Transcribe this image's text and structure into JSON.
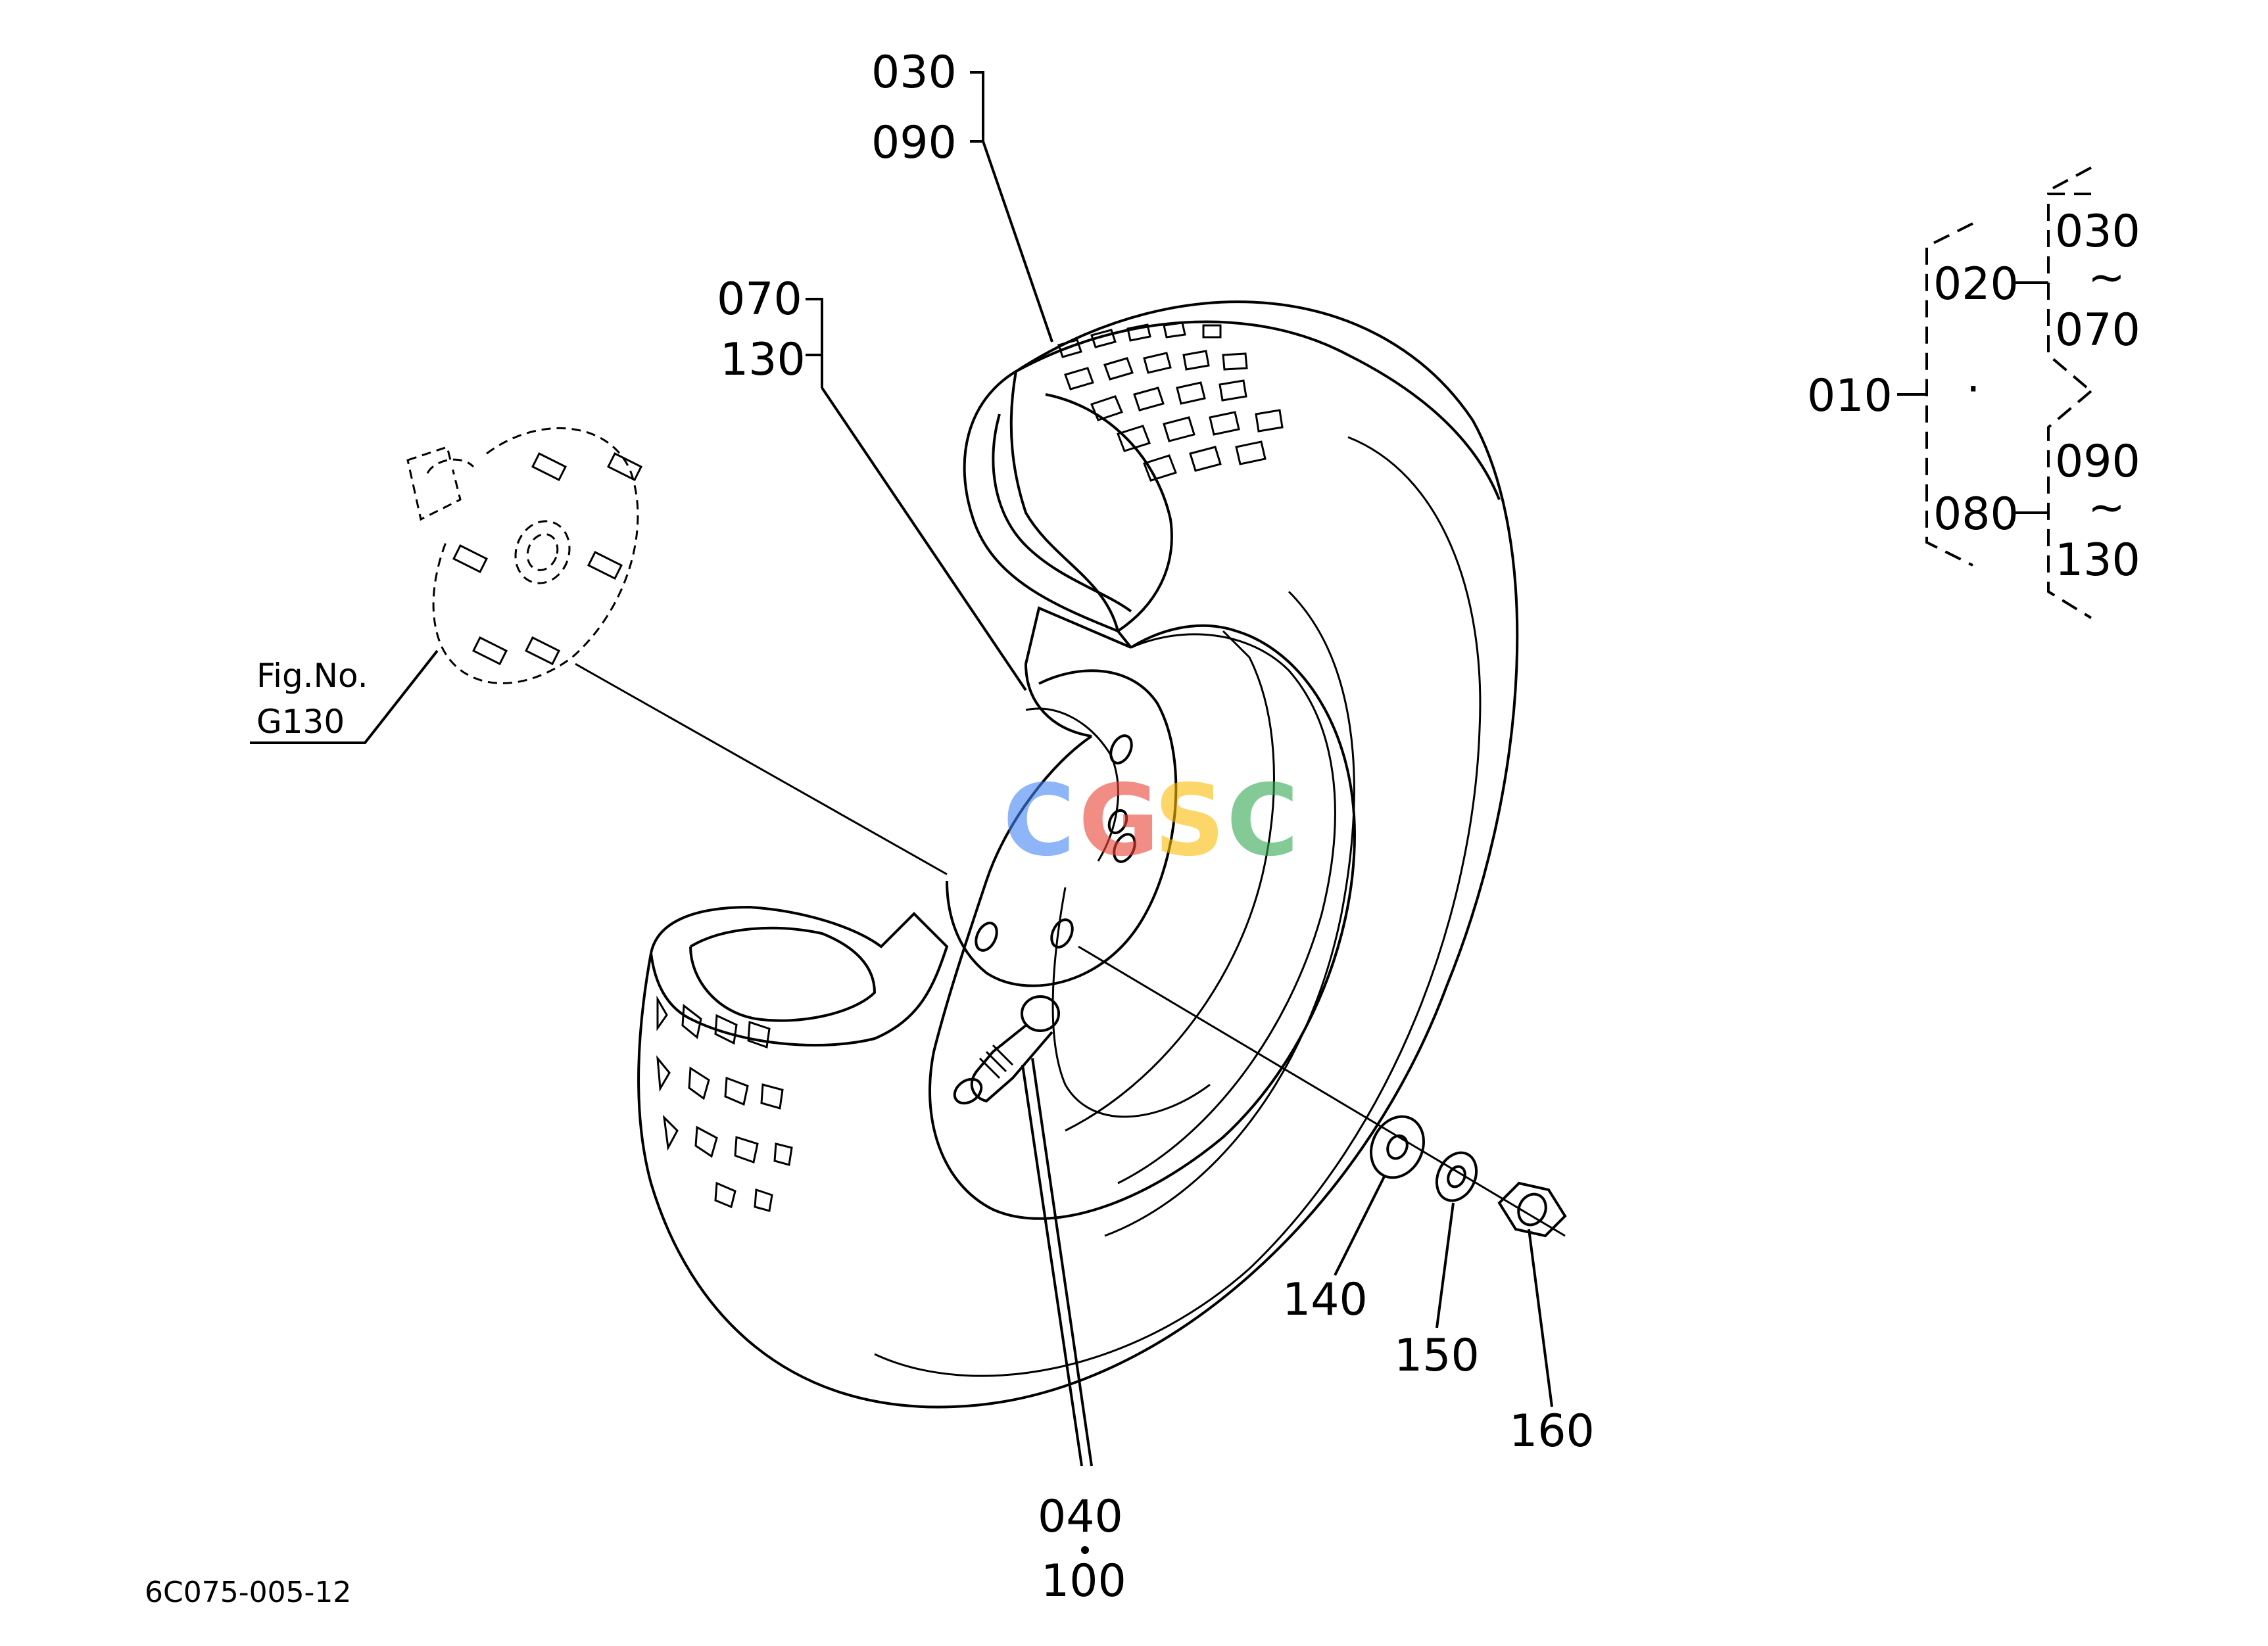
{
  "callouts": {
    "c030": "030",
    "c090": "090",
    "c070": "070",
    "c130": "130",
    "c040": "040",
    "c100": "100",
    "c140": "140",
    "c150": "150",
    "c160": "160"
  },
  "fig_ref": {
    "line1": "Fig.No.",
    "line2": "G130"
  },
  "tree": {
    "root": "010",
    "sub_a": "020",
    "sub_a_from": "030",
    "sub_a_to": "070",
    "sub_b": "080",
    "sub_b_from": "090",
    "sub_b_to": "130",
    "range_mark": "~",
    "dot": "·"
  },
  "drawing_code": "6C075-005-12",
  "watermark": {
    "letters": [
      "C",
      "G",
      "S",
      "C"
    ],
    "colors": [
      "#4285F4",
      "#EA4335",
      "#FBBC05",
      "#34A853"
    ]
  }
}
